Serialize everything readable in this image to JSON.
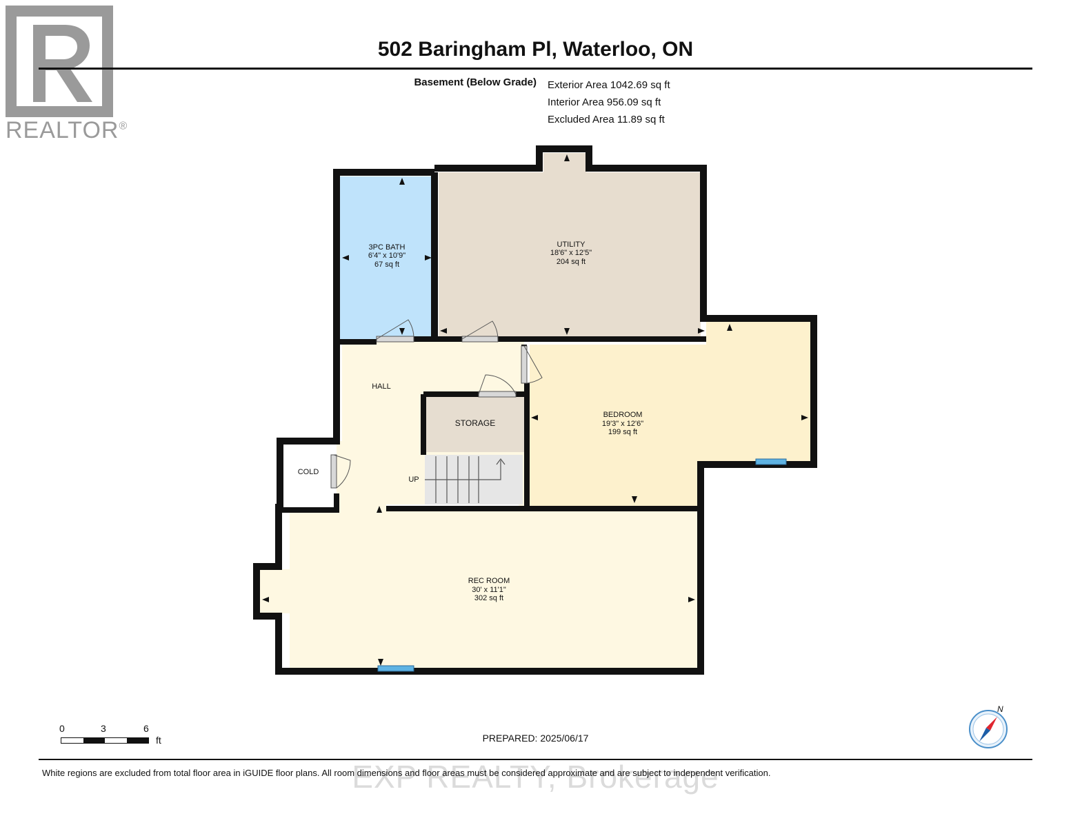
{
  "header": {
    "title": "502 Baringham Pl, Waterloo, ON",
    "floor_label": "Basement (Below Grade)",
    "exterior_area": "Exterior Area 1042.69 sq ft",
    "interior_area": "Interior Area 956.09 sq ft",
    "excluded_area": "Excluded Area 11.89 sq ft"
  },
  "logo": {
    "text": "REALTOR",
    "registered": "®"
  },
  "rooms": {
    "bath": {
      "name": "3PC BATH",
      "dims": "6'4\" x 10'9\"",
      "area": "67 sq ft"
    },
    "utility": {
      "name": "UTILITY",
      "dims": "18'6\" x 12'5\"",
      "area": "204 sq ft"
    },
    "hall": {
      "name": "HALL"
    },
    "storage": {
      "name": "STORAGE"
    },
    "cold": {
      "name": "COLD"
    },
    "stairs": {
      "name": "UP"
    },
    "bedroom": {
      "name": "BEDROOM",
      "dims": "19'3\" x 12'6\"",
      "area": "199 sq ft"
    },
    "rec": {
      "name": "REC ROOM",
      "dims": "30' x 11'1\"",
      "area": "302 sq ft"
    }
  },
  "room_colors": {
    "bath": "#bfe3fb",
    "utility": "#e7ddcf",
    "hall": "#fef8e2",
    "storage": "#e6ddd0",
    "bedroom": "#fdf1cd",
    "rec": "#fef8e2",
    "stairs": "#e6e6e6",
    "window": "#5fb3e3"
  },
  "scale": {
    "ticks": [
      "0",
      "3",
      "6"
    ],
    "unit": "ft"
  },
  "compass": {
    "label": "N"
  },
  "footer": {
    "prepared": "PREPARED: 2025/06/17",
    "disclaimer": "White regions are excluded from total floor area in iGUIDE floor plans. All room dimensions and floor areas must be considered approximate and are subject to independent verification.",
    "watermark": "EXP REALTY, Brokerage"
  }
}
